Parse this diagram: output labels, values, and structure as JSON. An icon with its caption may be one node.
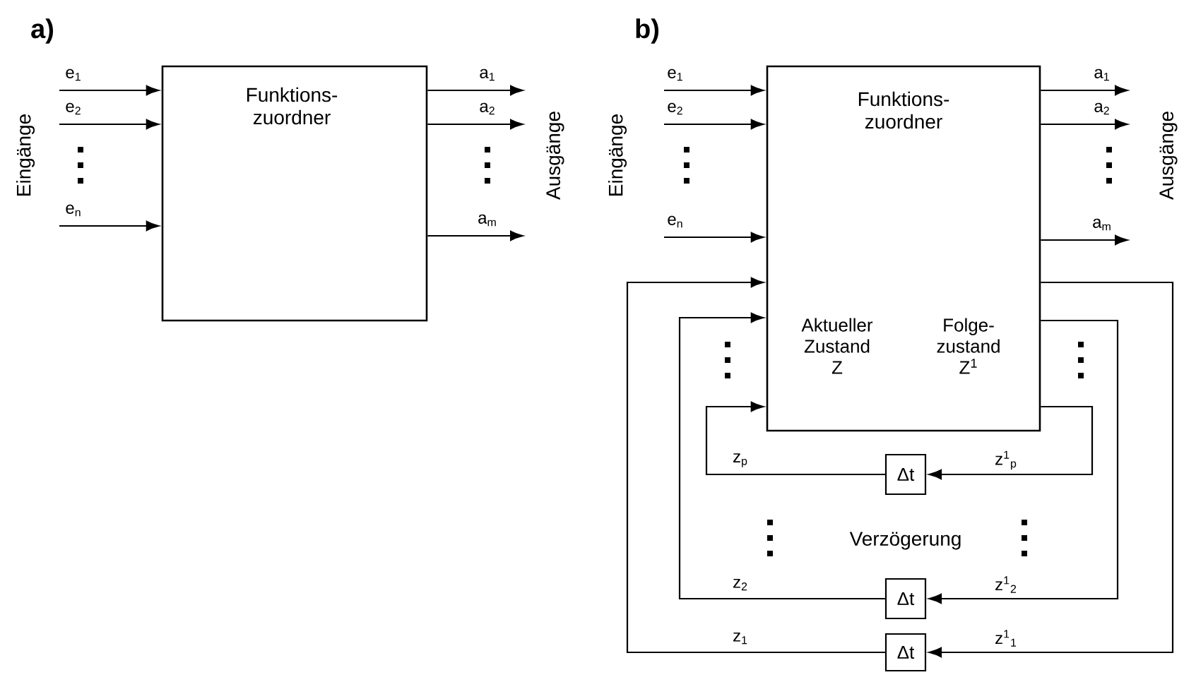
{
  "diagram": {
    "nodes": [
      {
        "text": [
          "Funktions- zuordner"
        ]
      },
      {
        "text": [
          "Funktions- zuordner",
          "Aktueller Zustand Z",
          "Folge- zustand Z$^{1}$"
        ]
      },
      {
        "text": [
          "Δt"
        ]
      },
      {
        "text": [
          "Δt"
        ]
      },
      {
        "text": [
          "Δt"
        ]
      }
    ],
    "edges": [
      {
        "from": null,
        "to": 0,
        "arrow": "to",
        "label": "e$_{1}$"
      },
      {
        "from": null,
        "to": 0,
        "arrow": "to",
        "label": "e$_{2}$"
      },
      {
        "from": null,
        "to": 0,
        "arrow": "to",
        "label": "e$_{n}$"
      },
      {
        "from": 0,
        "to": null,
        "arrow": "to",
        "label": "a$_{1}$"
      },
      {
        "from": 0,
        "to": null,
        "arrow": "to",
        "label": "a$_{2}$"
      },
      {
        "from": 0,
        "to": null,
        "arrow": "to",
        "label": "a$_{m}$"
      },
      {
        "from": null,
        "to": 1,
        "arrow": "to",
        "label": "e$_{1}$"
      },
      {
        "from": null,
        "to": 1,
        "arrow": "to",
        "label": "e$_{2}$"
      },
      {
        "from": null,
        "to": 1,
        "arrow": "to",
        "label": "e$_{n}$"
      },
      {
        "from": 1,
        "to": null,
        "arrow": "to",
        "label": "a$_{1}$"
      },
      {
        "from": 1,
        "to": null,
        "arrow": "to",
        "label": "a$_{2}$"
      },
      {
        "from": 1,
        "to": null,
        "arrow": "to",
        "label": "a$_{m}$"
      },
      {
        "from": 1,
        "to": 2,
        "arrow": "to",
        "label": "z$^{1}$$_{p}$"
      },
      {
        "from": 2,
        "to": 1,
        "arrow": "to",
        "label": "z$_{p}$"
      },
      {
        "from": 1,
        "to": 3,
        "arrow": "to",
        "label": "z$^{1}$$_{2}$"
      },
      {
        "from": 3,
        "to": 1,
        "arrow": "to",
        "label": "z$_{2}$"
      },
      {
        "from": 1,
        "to": 4,
        "arrow": "to",
        "label": "z$^{1}$$_{1}$"
      },
      {
        "from": 4,
        "to": 1,
        "arrow": "to",
        "label": "z$_{1}$"
      }
    ],
    "labels": [
      "a)",
      "Eingänge",
      "Ausgänge",
      "b)",
      "Eingänge",
      "Ausgänge",
      "Verzögerung"
    ]
  }
}
